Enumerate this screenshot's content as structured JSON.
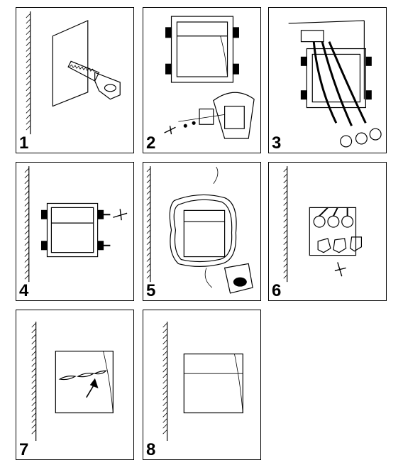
{
  "figure": {
    "steps": [
      {
        "number": "1",
        "description": "cut-opening"
      },
      {
        "number": "2",
        "description": "attach-frame"
      },
      {
        "number": "3",
        "description": "connect-wiring"
      },
      {
        "number": "4",
        "description": "fix-frame"
      },
      {
        "number": "5",
        "description": "plaster-seal"
      },
      {
        "number": "6",
        "description": "fit-lamps"
      },
      {
        "number": "7",
        "description": "insert-cover"
      },
      {
        "number": "8",
        "description": "finished"
      }
    ],
    "colors": {
      "line": "#000000",
      "background": "#ffffff"
    }
  }
}
